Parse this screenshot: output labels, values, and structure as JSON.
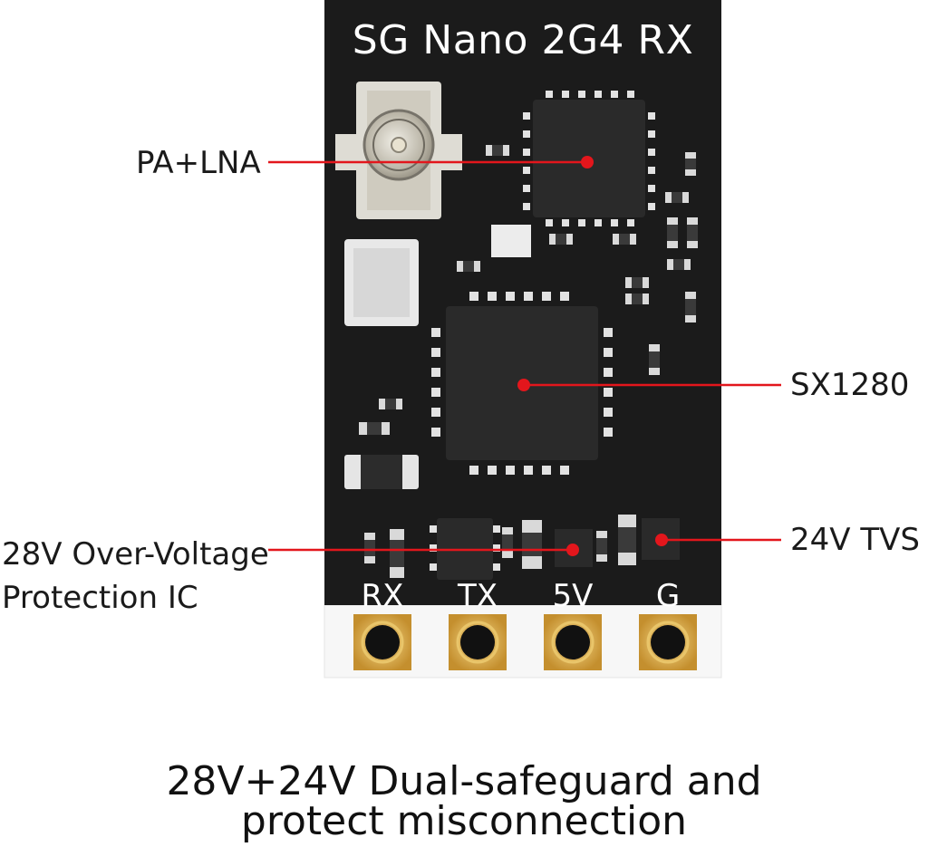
{
  "board": {
    "title": "SG Nano 2G4 RX",
    "pins": [
      "RX",
      "TX",
      "5V",
      "G"
    ]
  },
  "callouts": {
    "pa_lna": "PA+LNA",
    "sx1280": "SX1280",
    "ovp_line1": "28V Over-Voltage",
    "ovp_line2": "Protection IC",
    "tvs": "24V TVS"
  },
  "caption": {
    "line1": "28V+24V Dual-safeguard and",
    "line2": "protect misconnection"
  },
  "colors": {
    "board": "#1b1b1b",
    "callout_red": "#e3161c",
    "gold": "#d6a74a",
    "component": "#2a2a2a"
  }
}
